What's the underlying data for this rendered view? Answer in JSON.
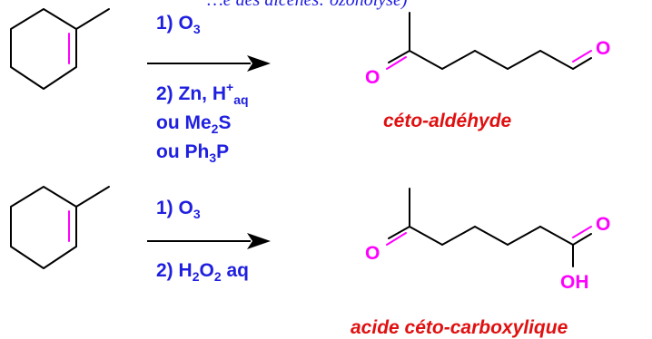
{
  "header": {
    "cut_text": "…e des alcènes: ozonolyse)"
  },
  "reaction1": {
    "step1": {
      "num": "1) ",
      "reagent": "O",
      "sub": "3"
    },
    "step2": {
      "num": "2) ",
      "reagent": "Zn, H",
      "sup": "+",
      "sub": "aq"
    },
    "alt1": {
      "prefix": "ou Me",
      "sub": "2",
      "suffix": "S"
    },
    "alt2": {
      "prefix": "ou Ph",
      "sub": "3",
      "suffix": "P"
    },
    "product_name": "céto-aldéhyde",
    "atoms": {
      "ketone_o": "O",
      "aldehyde_o": "O"
    }
  },
  "reaction2": {
    "step1": {
      "num": "1) ",
      "reagent": "O",
      "sub": "3"
    },
    "step2": {
      "prefix": "2) H",
      "sub1": "2",
      "mid": "O",
      "sub2": "2",
      "suffix": " aq"
    },
    "product_name": "acide céto-carboxylique",
    "atoms": {
      "ketone_o": "O",
      "acid_o": "O",
      "acid_oh": "OH"
    }
  },
  "colors": {
    "reagent_text": "#1f1fe0",
    "heteroatom": "#ff00ff",
    "product_label": "#e01010",
    "double_bond": "#ff00ff",
    "bond": "#000000"
  }
}
